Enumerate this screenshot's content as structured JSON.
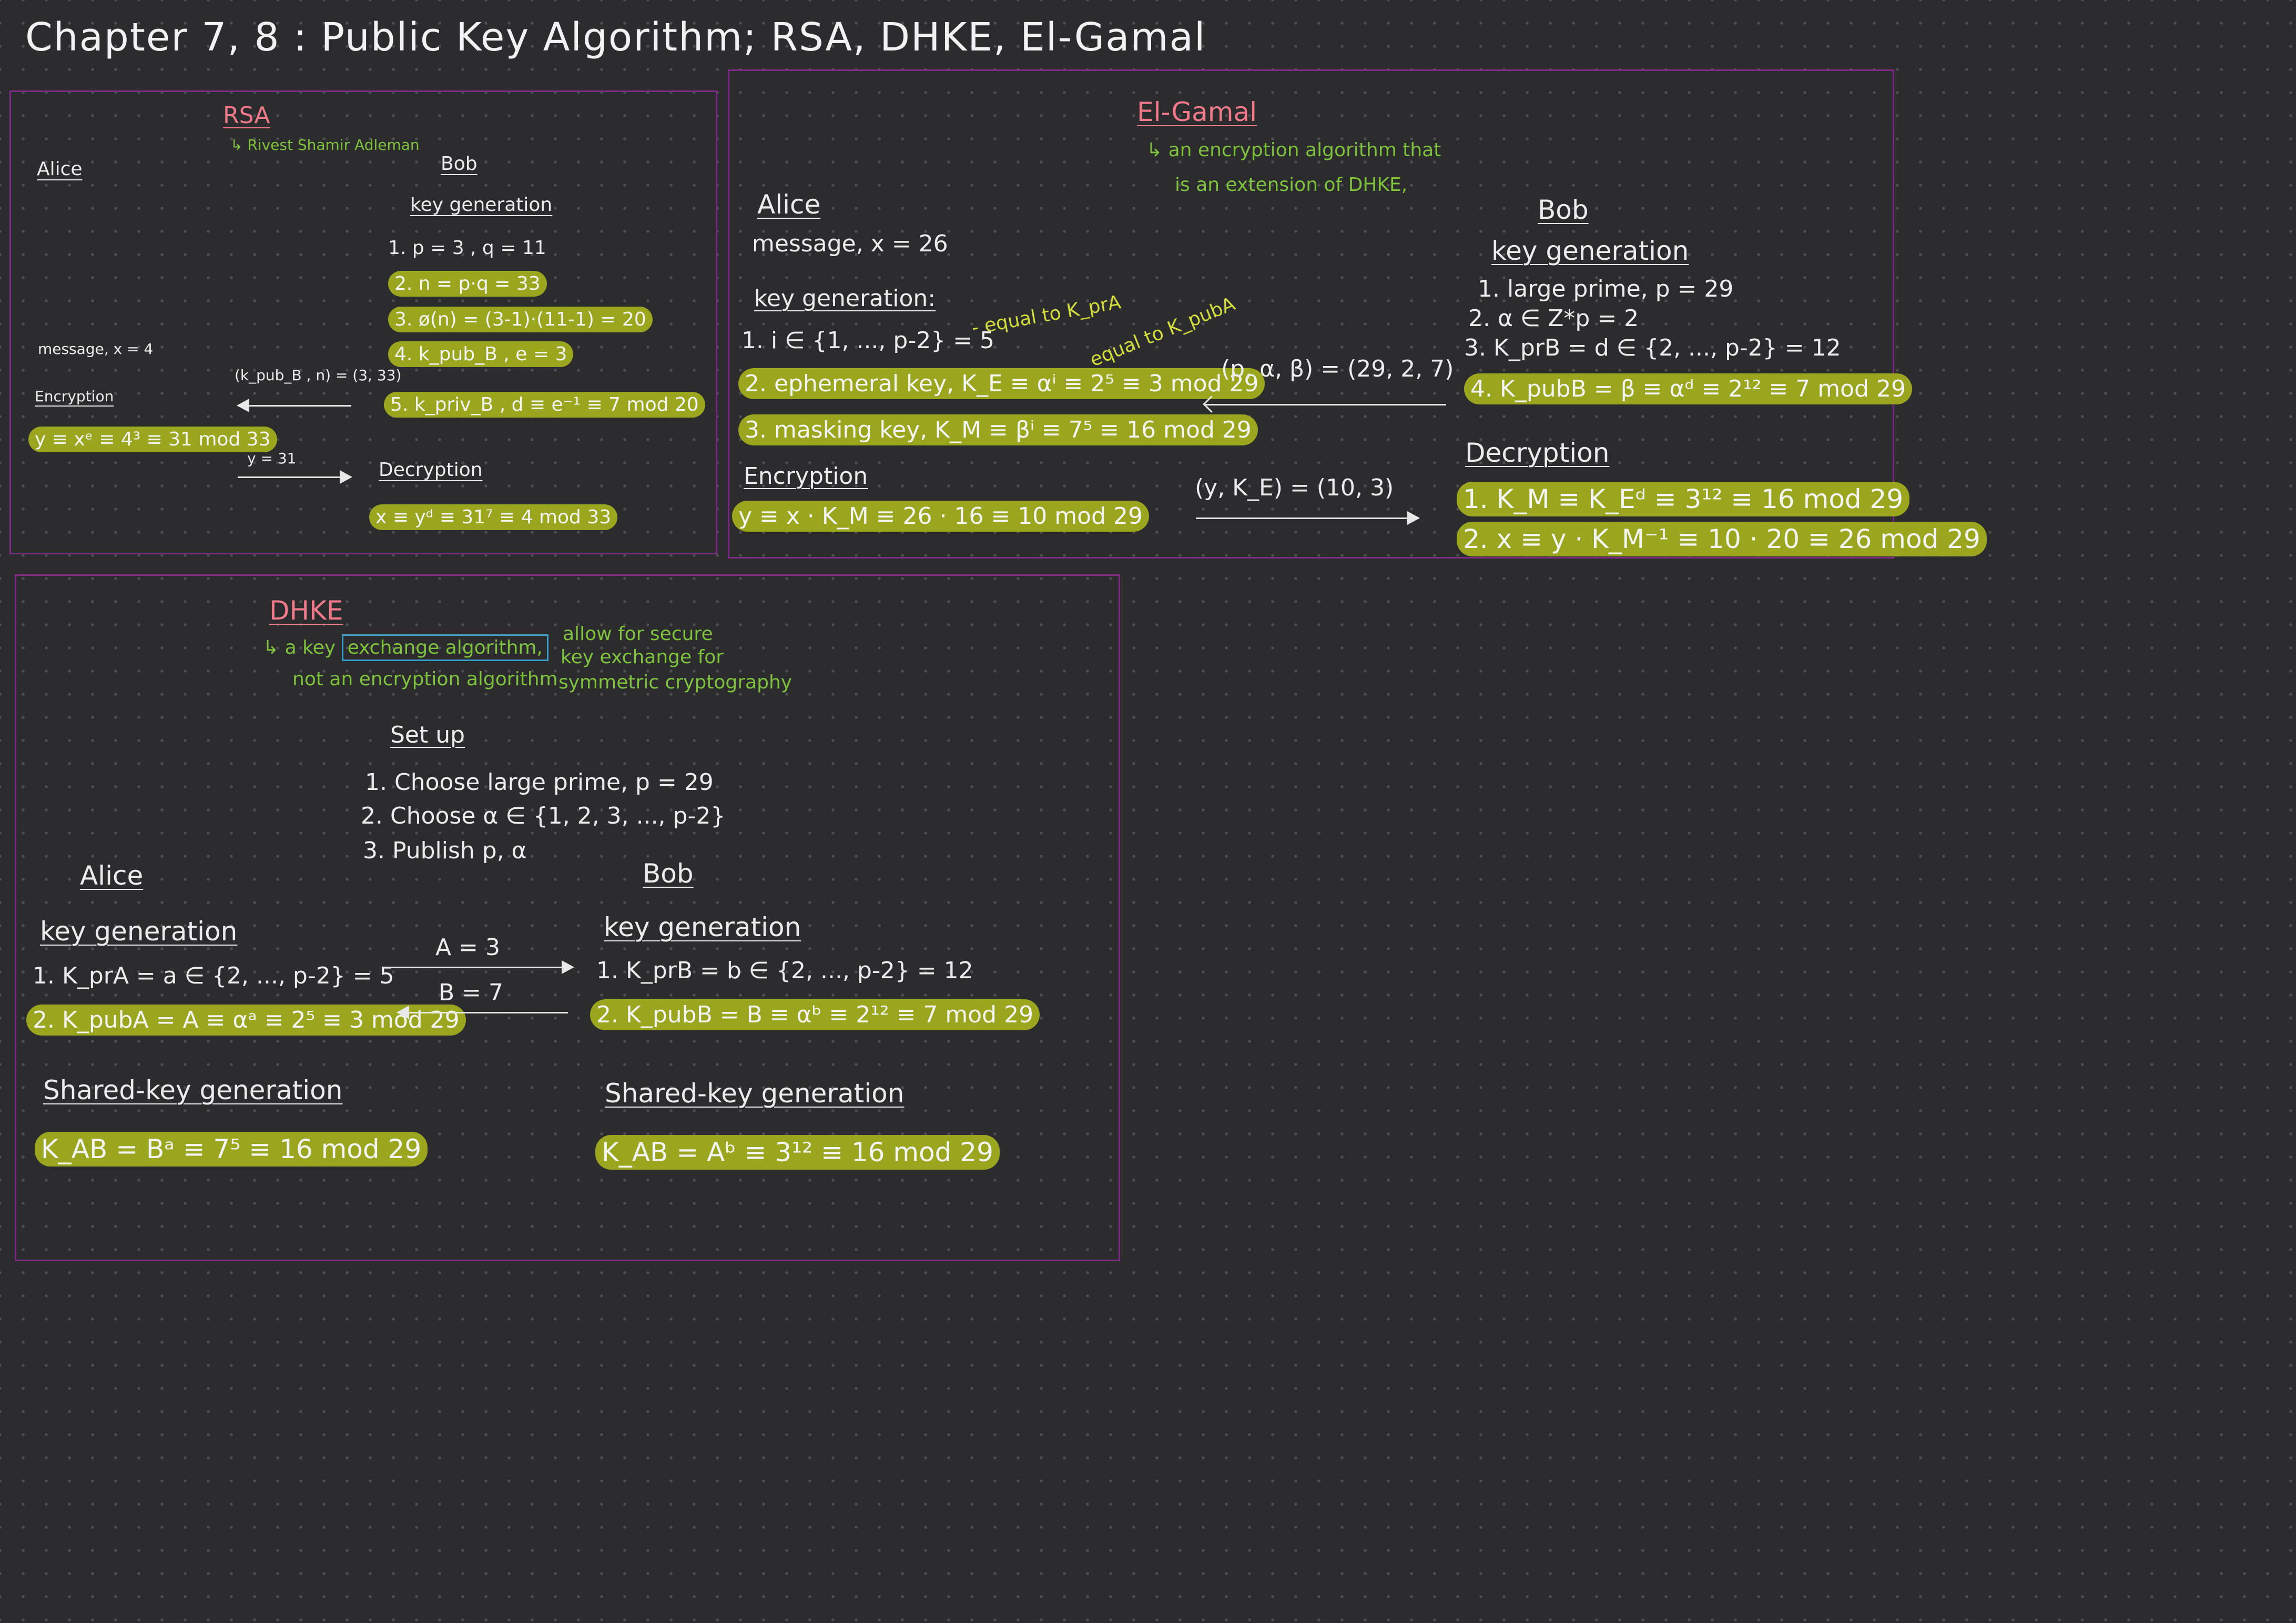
{
  "title": "Chapter 7, 8 : Public Key Algorithm; RSA, DHKE, El-Gamal",
  "rsa": {
    "heading": "RSA",
    "subtitle": "↳ Rivest Shamir Adleman",
    "alice_label": "Alice",
    "bob_label": "Bob",
    "keygen_heading": "key generation",
    "steps": [
      "1. p = 3 , q = 11",
      "2. n = p·q = 33",
      "3. ø(n) = (3-1)·(11-1) = 20",
      "4. k_pub_B , e = 3",
      "5. k_priv_B , d ≡ e⁻¹ ≡ 7 mod 20"
    ],
    "send_pub": "(k_pub_B , n) = (3, 33)",
    "message": "message, x = 4",
    "encryption_heading": "Encryption",
    "enc_eq": "y ≡ xᵉ ≡ 4³ ≡ 31 mod 33",
    "send_y": "y = 31",
    "decryption_heading": "Decryption",
    "dec_eq": "x ≡ yᵈ ≡ 31⁷ ≡ 4 mod 33"
  },
  "elgamal": {
    "heading": "El-Gamal",
    "desc_line1": "↳ an encryption algorithm that",
    "desc_line2": "is an extension of DHKE,",
    "alice_label": "Alice",
    "message": "message, x = 26",
    "keygen_heading": "key generation:",
    "alice_steps": [
      "1. i ∈ {1, ..., p-2} = 5",
      "2. ephemeral key, K_E ≡ αⁱ ≡ 2⁵ ≡ 3 mod 29",
      "3. masking key, K_M ≡ βⁱ ≡ 7⁵ ≡ 16 mod 29"
    ],
    "note_kpra": "- equal to K_prA",
    "note_kpuba": "equal to K_pubA",
    "encryption_heading": "Encryption",
    "enc_eq": "y ≡ x · K_M ≡ 26 · 16 ≡ 10 mod 29",
    "bob_label": "Bob",
    "bob_keygen_heading": "key generation",
    "bob_steps": [
      "1. large prime, p = 29",
      "2. α ∈ Z*p = 2",
      "3. K_prB = d ∈ {2, ..., p-2} = 12",
      "4. K_pubB = β ≡ αᵈ ≡ 2¹² ≡ 7 mod 29"
    ],
    "send_params": "(p, α, β) = (29, 2, 7)",
    "send_cipher": "(y, K_E) = (10, 3)",
    "decryption_heading": "Decryption",
    "dec_steps": [
      "1. K_M ≡ K_Eᵈ ≡ 3¹² ≡ 16 mod 29",
      "2. x ≡ y · K_M⁻¹ ≡ 10 · 20 ≡ 26 mod 29"
    ]
  },
  "dhke": {
    "heading": "DHKE",
    "desc_prefix": "↳ a key",
    "desc_boxed": "exchange algorithm,",
    "desc_line2": "not an encryption algorithm",
    "note_line1": "allow for secure",
    "note_line2": "key exchange for",
    "note_line3": "symmetric cryptography",
    "setup_heading": "Set up",
    "setup_steps": [
      "1. Choose large prime, p = 29",
      "2. Choose α ∈ {1, 2, 3, ..., p-2}",
      "3. Publish p, α"
    ],
    "alice_label": "Alice",
    "bob_label": "Bob",
    "alice_keygen_heading": "key generation",
    "alice_steps": [
      "1. K_prA = a ∈ {2, ..., p-2} = 5",
      "2. K_pubA = A ≡ αᵃ ≡ 2⁵ ≡ 3 mod 29"
    ],
    "bob_keygen_heading": "key generation",
    "bob_steps": [
      "1. K_prB = b ∈ {2, ..., p-2} = 12",
      "2. K_pubB = B ≡ αᵇ ≡ 2¹² ≡ 7 mod 29"
    ],
    "send_a": "A = 3",
    "send_b": "B = 7",
    "alice_shared_heading": "Shared-key generation",
    "alice_shared_eq": "K_AB = Bᵃ ≡ 7⁵ ≡ 16 mod 29",
    "bob_shared_heading": "Shared-key generation",
    "bob_shared_eq": "K_AB = Aᵇ ≡ 3¹² ≡ 16 mod 29"
  },
  "colors": {
    "background": "#2c2c2e",
    "frame": "#7d2a86",
    "heading": "#f07a8a",
    "note_green": "#7ec23e",
    "note_yellow": "#d2de3e",
    "highlight": "#9aa61d",
    "box": "#3a9ac9"
  }
}
